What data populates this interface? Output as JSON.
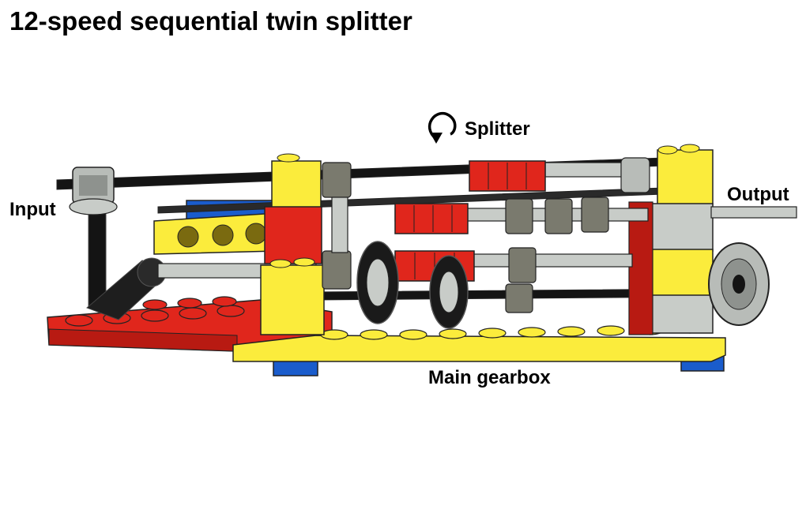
{
  "title": "12-speed sequential twin splitter",
  "labels": {
    "input": "Input",
    "output": "Output",
    "splitter": "Splitter",
    "main_gearbox": "Main gearbox"
  },
  "icons": {
    "splitter_arrow": "rotate-arrow-icon"
  },
  "colors": {
    "red": "#e0261c",
    "yellow": "#fbec3c",
    "blue": "#1a5ccc",
    "black": "#141414",
    "light_gray": "#c8ccc8",
    "dark_gray": "#7a7a6e"
  }
}
